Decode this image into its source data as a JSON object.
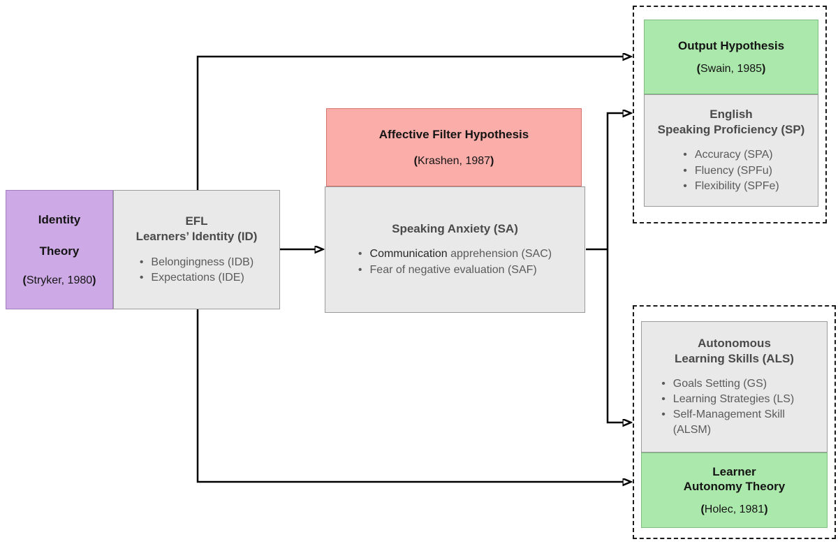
{
  "colors": {
    "purple_fill": "#CDA9E5",
    "purple_border": "#A47FC0",
    "red_fill": "#FBADA9",
    "red_border": "#D3736D",
    "green_fill": "#ABE8AB",
    "green_border": "#7FBE7F",
    "gray_fill": "#E9E9E9",
    "gray_border": "#9A9A9A",
    "dashed_border": "#1A1A1A",
    "arrow": "#000000",
    "text_black": "#141414",
    "text_heading": "#4A4A4A",
    "text_gray": "#5A5A5A"
  },
  "diagram": {
    "identity_theory": {
      "line1": "Identity",
      "line2": "Theory",
      "cite_open": "(",
      "cite": "Stryker, 1980",
      "cite_close": ")"
    },
    "efl_identity": {
      "line1": "EFL",
      "line2": "Learners’ Identity (ID)",
      "bullets": [
        "Belongingness (IDB)",
        "Expectations (IDE)"
      ]
    },
    "affective_filter": {
      "title": "Affective Filter Hypothesis",
      "cite_open": "(",
      "cite": "Krashen, 1987",
      "cite_close": ")"
    },
    "speaking_anxiety": {
      "heading": "Speaking Anxiety (SA)",
      "bullet1_dark": "Communication",
      "bullet1_rest": " apprehension (SAC)",
      "bullet2": "Fear of negative evaluation (SAF)"
    },
    "output_hypothesis": {
      "title": "Output Hypothesis",
      "cite_open": "(",
      "cite": "Swain, 1985",
      "cite_close": ")"
    },
    "speaking_proficiency": {
      "line1": "English",
      "line2": "Speaking Proficiency (SP)",
      "bullets": [
        "Accuracy (SPA)",
        "Fluency (SPFu)",
        "Flexibility (SPFe)"
      ]
    },
    "autonomous_learning": {
      "line1": "Autonomous",
      "line2": "Learning Skills (ALS)",
      "bullets": [
        "Goals Setting (GS)",
        "Learning Strategies (LS)",
        "Self-Management Skill (ALSM)"
      ]
    },
    "learner_autonomy": {
      "line1": "Learner",
      "line2": "Autonomy Theory",
      "cite_open": "(",
      "cite": "Holec, 1981",
      "cite_close": ")"
    }
  }
}
